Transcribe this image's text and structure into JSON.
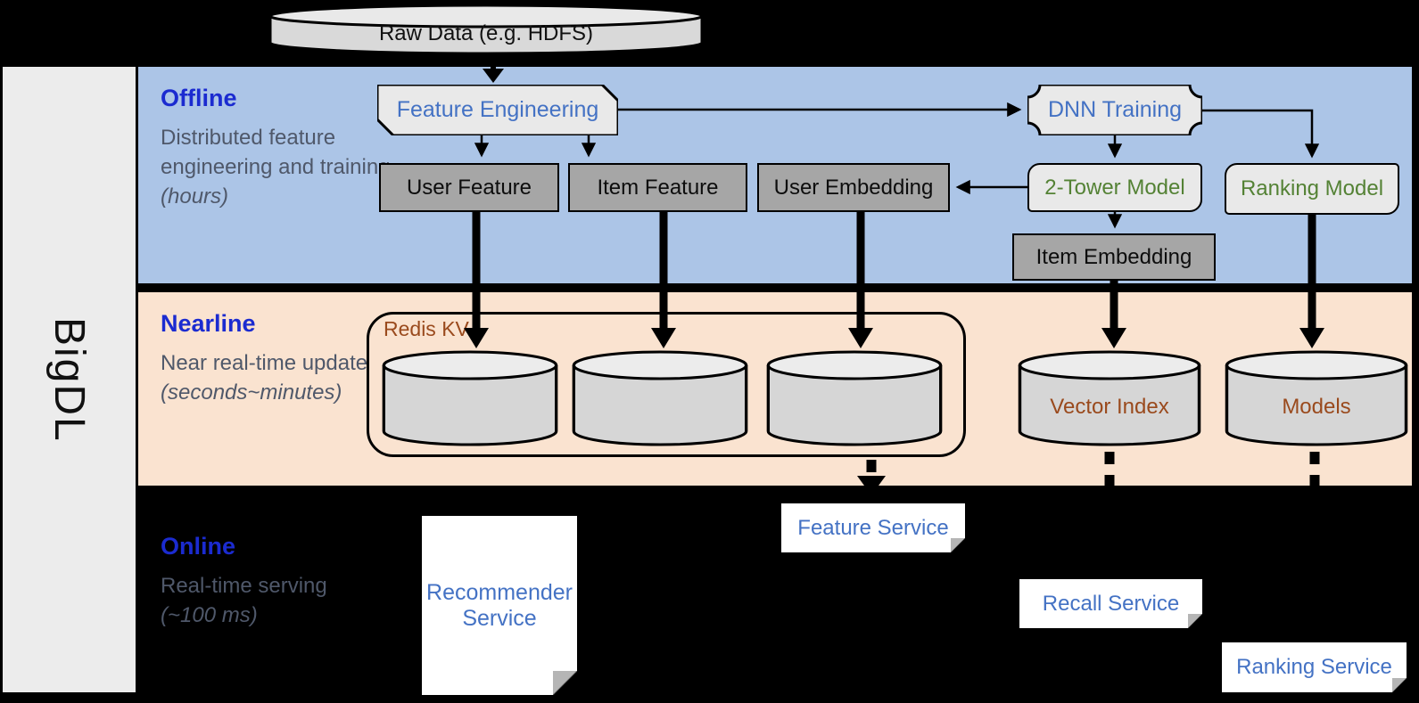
{
  "brand": {
    "label": "BigDL"
  },
  "source_cylinder": {
    "label": "Raw Data (e.g. HDFS)"
  },
  "lanes": {
    "offline": {
      "title": "Offline",
      "desc": "Distributed feature engineering and training",
      "desc_italic": "(hours)"
    },
    "nearline": {
      "title": "Nearline",
      "desc": "Near real-time update",
      "desc_italic": "(seconds~minutes)"
    },
    "online": {
      "title": "Online",
      "desc": "Real-time serving",
      "desc_italic": "(~100 ms)"
    }
  },
  "offline_nodes": {
    "feature_engineering": "Feature Engineering",
    "dnn_training": "DNN Training",
    "user_feature": "User Feature",
    "item_feature": "Item Feature",
    "user_embedding": "User Embedding",
    "two_tower_model": "2-Tower Model",
    "ranking_model": "Ranking Model",
    "item_embedding": "Item Embedding"
  },
  "nearline_nodes": {
    "redis_kv": "Redis KV",
    "vector_index": "Vector Index",
    "models": "Models"
  },
  "online_nodes": {
    "recommender_service": "Recommender Service",
    "feature_service": "Feature Service",
    "recall_service": "Recall Service",
    "ranking_service": "Ranking Service"
  },
  "colors": {
    "lane_offline_bg": "#acc5e7",
    "lane_nearline_bg": "#fae3d0",
    "lane_online_bg": "#000000",
    "lane_title_blue": "#1b2bd0",
    "lane_desc_gray": "#4f586a",
    "node_label_blue": "#4472c4",
    "model_label_green": "#548235",
    "storage_label_brown": "#9a4a1d",
    "gray_box_fill": "#a6a6a6",
    "light_box_fill": "#e9e9e9",
    "cylinder_fill": "#d6d6d6",
    "brand_bar_fill": "#ececec",
    "connector_black": "#000000"
  }
}
